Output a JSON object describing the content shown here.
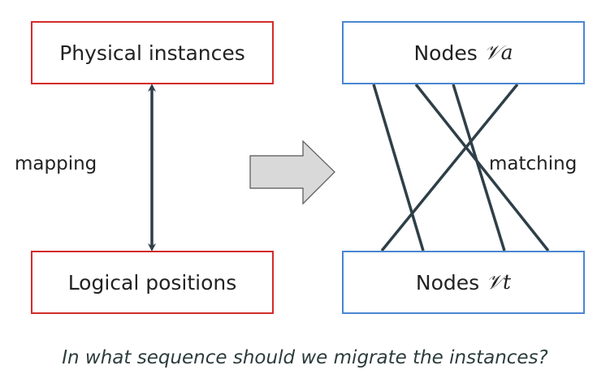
{
  "left_panel": {
    "top_box": "Physical instances",
    "bottom_box": "Logical positions",
    "relation_label": "mapping"
  },
  "right_panel": {
    "top_box_prefix": "Nodes",
    "top_box_symbol": "𝒱a",
    "bottom_box_prefix": "Nodes",
    "bottom_box_symbol": "𝒱t",
    "relation_label": "matching"
  },
  "question": "In what sequence should we migrate the instances?",
  "colors": {
    "left_box_border": "#d42b2b",
    "right_box_border": "#4a86d0",
    "edge_color": "#2f3f48",
    "arrow_fill": "#d9d9d9",
    "arrow_stroke": "#555555"
  },
  "icons": {
    "mapping_arrow": "double-headed-arrow",
    "transition_arrow": "right-block-arrow"
  }
}
